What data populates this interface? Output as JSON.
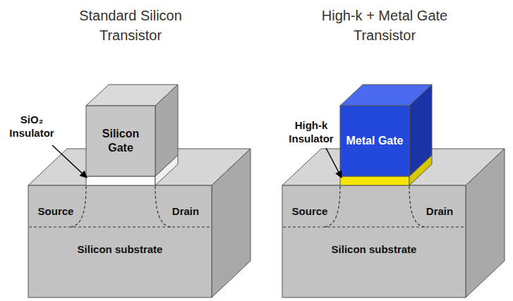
{
  "diagram": {
    "nodes": [
      {
        "text": [
          "Silicon Gate"
        ]
      },
      {
        "text": [
          "Silicon substrate"
        ]
      },
      {
        "text": [
          "Source"
        ],
        "in": 1
      },
      {
        "text": [
          "Drain"
        ],
        "in": 1
      },
      {
        "text": [
          "Metal Gate"
        ]
      },
      {
        "text": [
          "Silicon substrate"
        ]
      },
      {
        "text": [
          "Source"
        ],
        "in": 5
      },
      {
        "text": [
          "Drain"
        ],
        "in": 5
      }
    ],
    "labels": [
      "Standard Silicon Transistor",
      "SiO₂ Insulator",
      "High-k + Metal Gate Transistor",
      "High-k Insulator"
    ]
  }
}
